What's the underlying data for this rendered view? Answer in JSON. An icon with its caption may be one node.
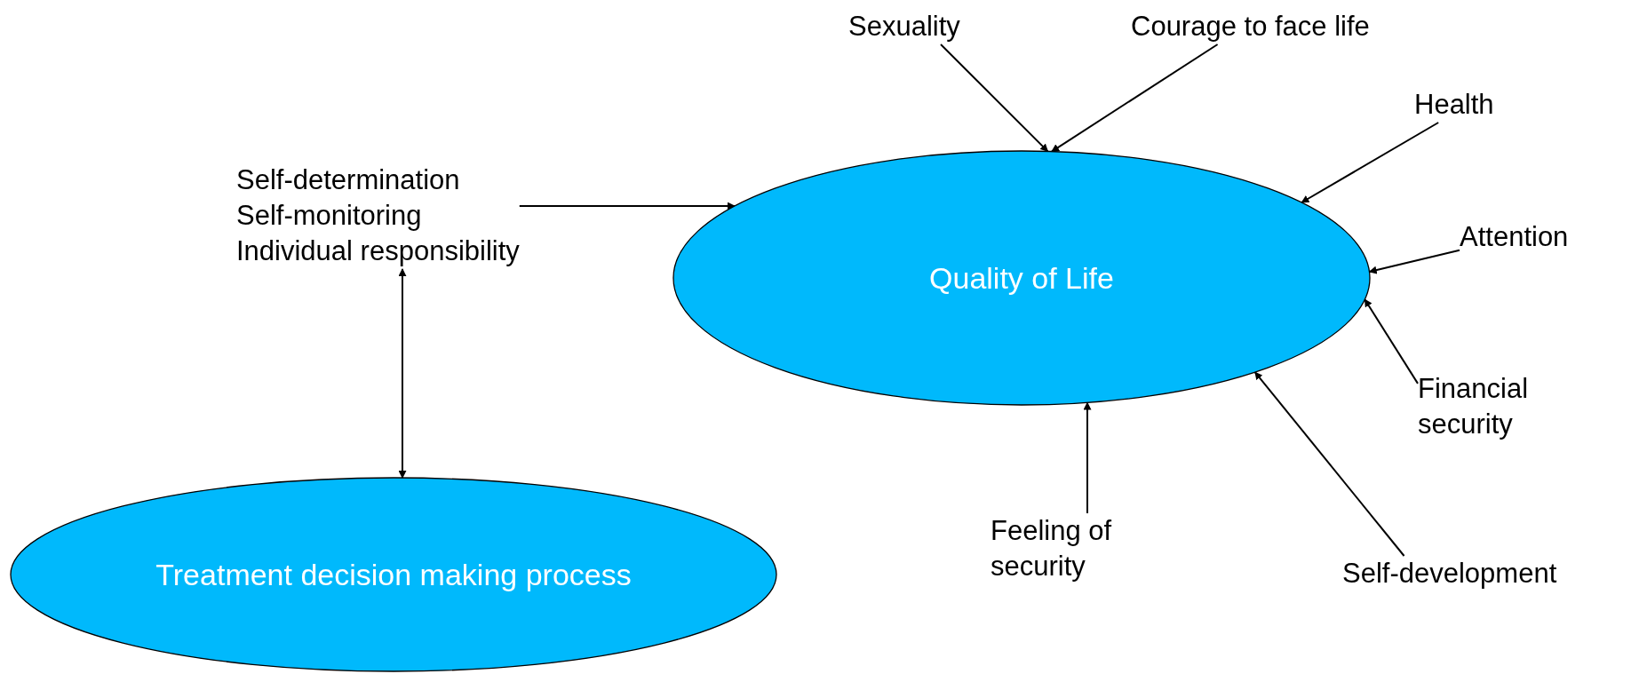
{
  "diagram": {
    "nodes": [
      {
        "text": [
          "Quality of Life"
        ]
      },
      {
        "text": [
          "Treatment decision making process"
        ]
      },
      {
        "text": [
          "Self-determination",
          "Self-monitoring",
          "Individual responsibility"
        ]
      },
      {
        "text": [
          "Sexuality"
        ]
      },
      {
        "text": [
          "Courage to face life"
        ]
      },
      {
        "text": [
          "Health"
        ]
      },
      {
        "text": [
          "Attention"
        ]
      },
      {
        "text": [
          "Financial security"
        ]
      },
      {
        "text": [
          "Self-development"
        ]
      },
      {
        "text": [
          "Feeling of security"
        ]
      }
    ],
    "edges": [
      {
        "from": 2,
        "to": 0,
        "arrow": "to"
      },
      {
        "from": 2,
        "to": 1,
        "arrow": "both"
      },
      {
        "from": 3,
        "to": 0,
        "arrow": "to"
      },
      {
        "from": 4,
        "to": 0,
        "arrow": "to"
      },
      {
        "from": 5,
        "to": 0,
        "arrow": "to"
      },
      {
        "from": 6,
        "to": 0,
        "arrow": "to"
      },
      {
        "from": 7,
        "to": 0,
        "arrow": "to"
      },
      {
        "from": 8,
        "to": 0,
        "arrow": "to"
      },
      {
        "from": 9,
        "to": 0,
        "arrow": "to"
      }
    ]
  }
}
